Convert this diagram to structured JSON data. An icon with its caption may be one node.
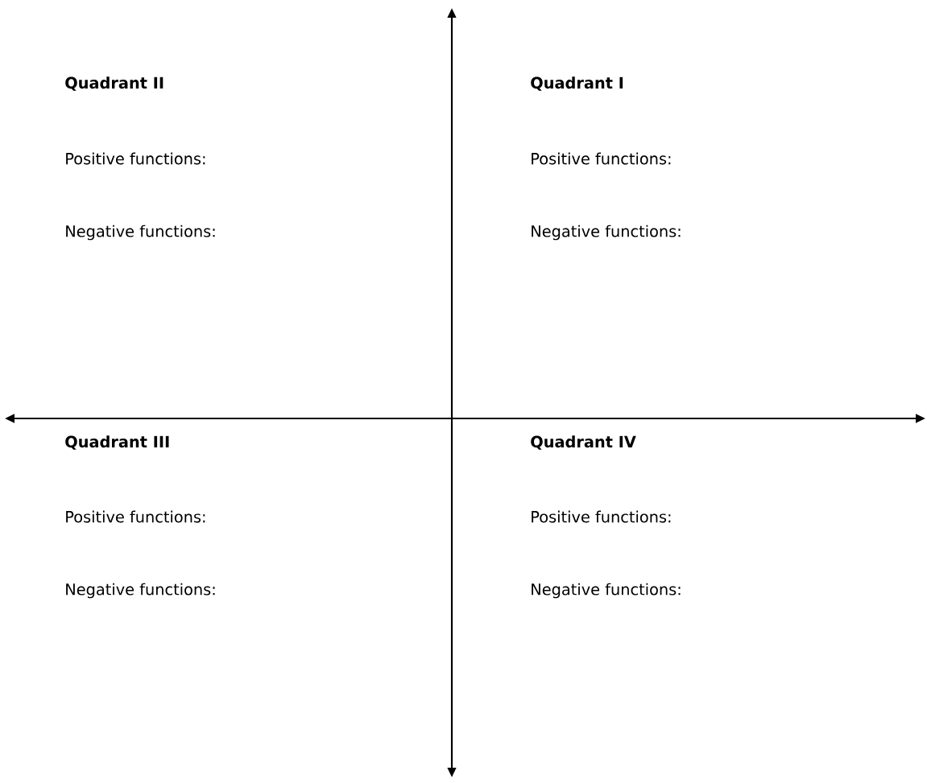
{
  "diagram": {
    "labels": [
      "Quadrant II",
      "Quadrant I",
      "Positive functions:",
      "Positive functions:",
      "Negative functions:",
      "Negative functions:",
      "Quadrant III",
      "Quadrant IV",
      "Positive functions:",
      "Positive functions:",
      "Negative functions:",
      "Negative functions:"
    ]
  }
}
